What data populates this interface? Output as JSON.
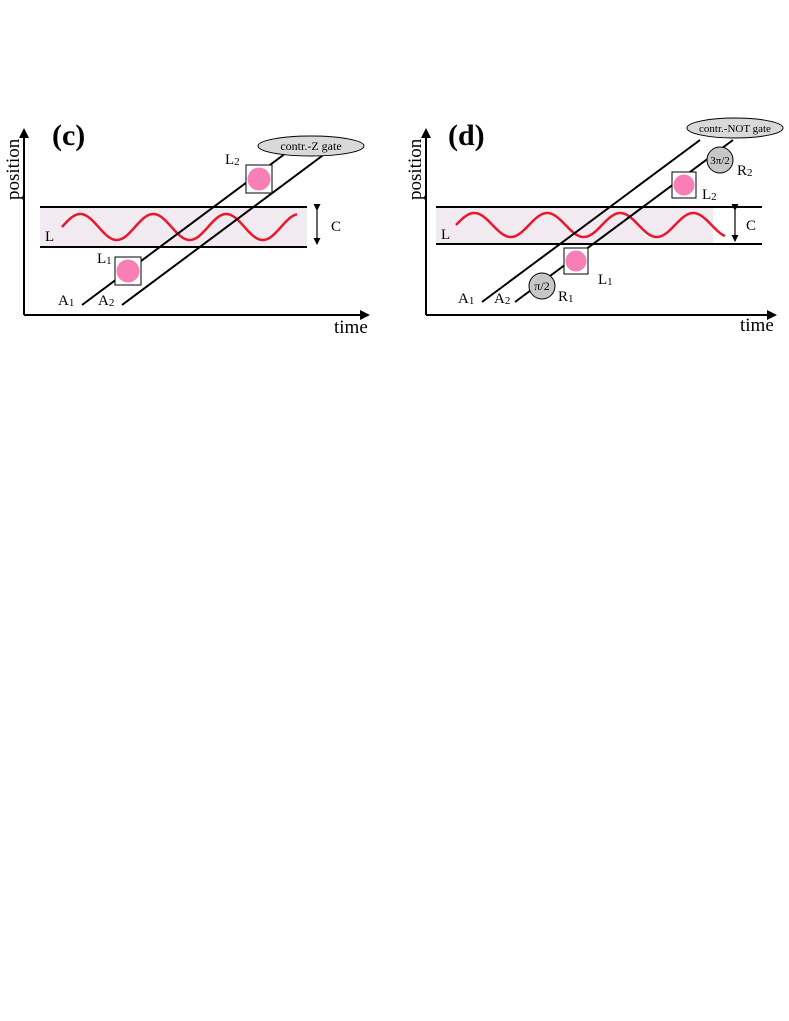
{
  "panels": [
    {
      "id": "c",
      "label": "(c)",
      "xlabel": "time",
      "ylabel": "position",
      "gate_label": "contr.-Z gate",
      "cavity_label": "C",
      "laser_label": "L",
      "atoms": [
        {
          "main": "A",
          "sub": "1"
        },
        {
          "main": "A",
          "sub": "2"
        }
      ],
      "laser_pulses": [
        {
          "main": "L",
          "sub": "1"
        },
        {
          "main": "L",
          "sub": "2"
        }
      ]
    },
    {
      "id": "d",
      "label": "(d)",
      "xlabel": "time",
      "ylabel": "position",
      "gate_label": "contr.-NOT gate",
      "cavity_label": "C",
      "laser_label": "L",
      "atoms": [
        {
          "main": "A",
          "sub": "1"
        },
        {
          "main": "A",
          "sub": "2"
        }
      ],
      "laser_pulses": [
        {
          "main": "L",
          "sub": "1"
        },
        {
          "main": "L",
          "sub": "2"
        }
      ],
      "rotations": [
        {
          "angle": "π/2",
          "main": "R",
          "sub": "1"
        },
        {
          "angle": "3π/2",
          "main": "R",
          "sub": "2"
        }
      ]
    }
  ],
  "colors": {
    "wave": "#e8192c",
    "cavity_fill": "#f1eaf1",
    "pulse_fill": "#f77fb6",
    "rotation_fill": "#c7c7c7",
    "gate_fill": "#d9d9d9"
  }
}
